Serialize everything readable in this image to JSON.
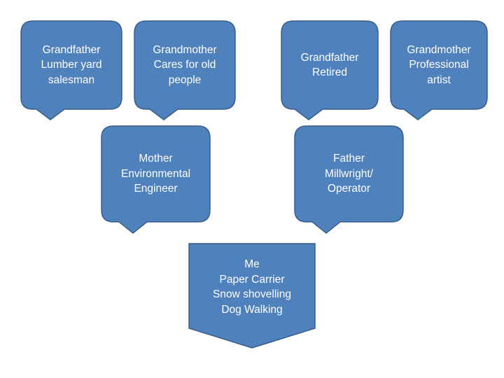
{
  "colors": {
    "fill": "#4f81bd",
    "stroke": "#385d8a",
    "text": "#ffffff",
    "background": "#ffffff"
  },
  "nodes": {
    "gf1": {
      "lines": [
        "Grandfather",
        "Lumber yard",
        "salesman"
      ]
    },
    "gm1": {
      "lines": [
        "Grandmother",
        "Cares for old",
        "people"
      ]
    },
    "gf2": {
      "lines": [
        "Grandfather",
        "Retired"
      ]
    },
    "gm2": {
      "lines": [
        "Grandmother",
        "Professional",
        "artist"
      ]
    },
    "mother": {
      "lines": [
        "Mother",
        "Environmental",
        "Engineer"
      ]
    },
    "father": {
      "lines": [
        "Father",
        "Millwright/",
        "Operator"
      ]
    },
    "me": {
      "lines": [
        "Me",
        "Paper Carrier",
        "Snow shovelling",
        "Dog Walking"
      ]
    }
  }
}
